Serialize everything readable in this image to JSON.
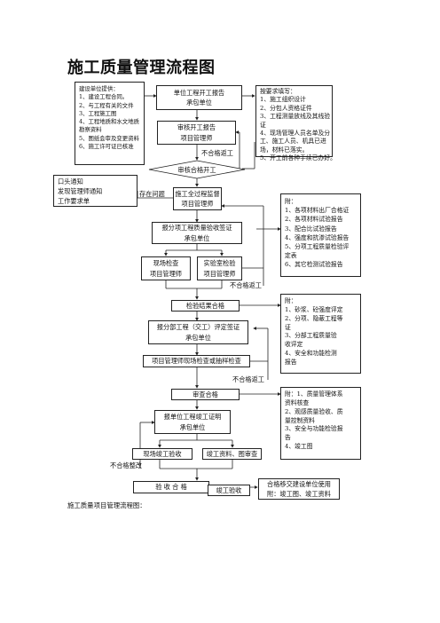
{
  "title": "施工质量管理流程图",
  "footer": "施工质量项目管理流程图：",
  "left_notes": {
    "contracts_title": "建设单位提供：",
    "contracts": [
      "1、建设工程合同。",
      "2、与工程有关的文件",
      "3、工程施工图",
      "4、工程地质和水文地质",
      "   勘察资料",
      "5、图纸会审及变更资料",
      "6、施工许可证已核准"
    ],
    "oral_lines": [
      "口头通知",
      "发现管理师通知",
      "工作要求单"
    ]
  },
  "right_notes": {
    "report_title": "按要求填写：",
    "report": [
      "1、施工组织设计",
      "2、分包人资格证件",
      "3、工程测量放线及其线验",
      "   证",
      "4、现场管理人员名单及分",
      "   工、施工人员、机具已进",
      "   场，材料已落实。",
      "5、开工前各种手续已办好。"
    ],
    "materials_title": "附：",
    "materials": [
      "1、各项材料出厂合格证",
      "2、各项材料试验报告",
      "3、配合比试验报告",
      "4、强度和抗渗试验报告",
      "5、分项工程质量检验评",
      "   定表",
      "6、其它检测试验报告"
    ],
    "inspection_title": "附：",
    "inspection": [
      "1、砂浆、砼强度评定",
      "2、分项、隐蔽工程等",
      "   证",
      "3、分部工程质量验",
      "   收评定",
      "4、安全和功能检测",
      "   报告"
    ],
    "final_title": "附：1、质量管理体系",
    "final": [
      "   资料核查",
      "2、观感质量验收、质",
      "   量控制资料",
      "3、安全与功能检验报",
      "   告",
      "4、竣工图"
    ]
  },
  "flow": {
    "start_report": [
      "单位工程开工报告",
      "承包单位"
    ],
    "review_report": [
      "审核开工报告",
      "项目管理师"
    ],
    "approve_start": "审核合格开工",
    "supervise": [
      "施工全过程监督",
      "项目管理师"
    ],
    "subitem_report": [
      "报分项工程质量验收签证",
      "承包单位"
    ],
    "site_check": [
      "现场检查",
      "项目管理师"
    ],
    "lab_check": [
      "实验室检验",
      "项目管理师"
    ],
    "check_ok": "检验结果合格",
    "subproject_report": [
      "报分部工程（交工）评定签证",
      "承包单位"
    ],
    "site_recheck": "项目管理师现场检查或抽样检查",
    "audit_ok": "审查合格",
    "completion_report": [
      "报单位工程竣工证明",
      "承包单位"
    ],
    "site_acceptance": "现场竣工验收",
    "docs_review": "竣工资料、图审查",
    "acceptance_ok": "验 收 合 格",
    "completion_acceptance": "竣工验收",
    "handover": [
      "合格移交建设单位使用",
      "附：竣工图、竣工资料"
    ]
  },
  "labels": {
    "fail_restart": "不合格返工",
    "has_issue": "存在问题",
    "fail_redo_1": "不合格返工",
    "fail_redo_2": "不合格返工",
    "fail_rectify": "不合格整改"
  }
}
